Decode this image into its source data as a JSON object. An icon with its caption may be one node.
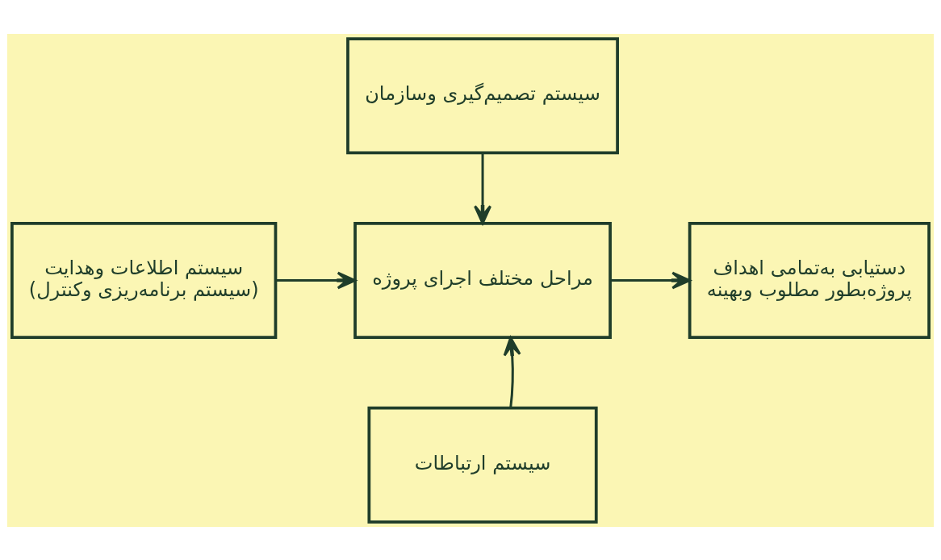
{
  "diagram": {
    "nodes": [
      {
        "text": [
          "سیستم تصمیم‌گیری وسازمان"
        ]
      },
      {
        "text": [
          "سیستم اطلاعات وهدایت (سیستم برنامه‌ریزی وکنترل)"
        ]
      },
      {
        "text": [
          "مراحل مختلف اجرای پروژه"
        ]
      },
      {
        "text": [
          "دستیابی به‌تمامی اهداف پروژه‌بطور مطلوب وبهینه"
        ]
      },
      {
        "text": [
          "سیستم ارتباطات"
        ]
      }
    ],
    "edges": [
      {
        "from": 0,
        "to": 2,
        "arrow": "to"
      },
      {
        "from": 1,
        "to": 2,
        "arrow": "to"
      },
      {
        "from": 2,
        "to": 3,
        "arrow": "to"
      },
      {
        "from": 4,
        "to": 2,
        "arrow": "to"
      }
    ]
  }
}
